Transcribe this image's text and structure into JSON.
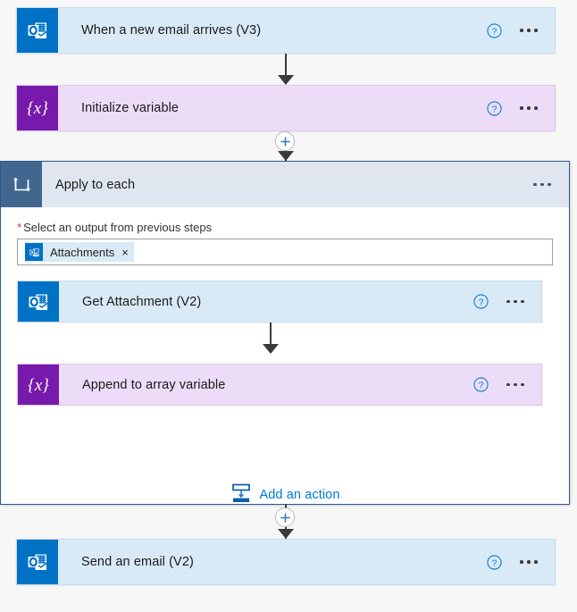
{
  "canvas": {
    "background": "#f7f7f7"
  },
  "colors": {
    "outlook_blue": "#0072c6",
    "variable_purple": "#7719aa",
    "scope_icon_blue": "#41678f",
    "scope_border": "#2a5a94",
    "card_blue_bg": "#d9eaf7",
    "card_purple_bg": "#eddcf7",
    "scope_header_bg": "#dfe6ef",
    "link_blue": "#0078d4",
    "required_red": "#d13438",
    "connector_gray": "#3b3a39"
  },
  "trigger": {
    "title": "When a new email arrives (V3)",
    "icon": "outlook-icon",
    "help_label": "?",
    "menu_label": "More commands"
  },
  "initialize_variable": {
    "title": "Initialize variable",
    "icon": "variable-icon",
    "help_label": "?",
    "menu_label": "More commands"
  },
  "apply_to_each": {
    "title": "Apply to each",
    "icon": "loop-icon",
    "menu_label": "More commands",
    "field": {
      "required_marker": "*",
      "label": "Select an output from previous steps",
      "token": {
        "label": "Attachments",
        "icon": "outlook-icon",
        "remove_label": "×"
      }
    },
    "actions": [
      {
        "title": "Get Attachment (V2)",
        "icon": "outlook-icon",
        "style": "blue",
        "help_label": "?",
        "menu_label": "More commands"
      },
      {
        "title": "Append to array variable",
        "icon": "variable-icon",
        "style": "purple",
        "help_label": "?",
        "menu_label": "More commands"
      }
    ],
    "add_action": {
      "label": "Add an action",
      "icon": "add-action-icon"
    }
  },
  "send_email": {
    "title": "Send an email (V2)",
    "icon": "outlook-icon",
    "help_label": "?",
    "menu_label": "More commands"
  },
  "connectors": {
    "insert_label": "+"
  }
}
